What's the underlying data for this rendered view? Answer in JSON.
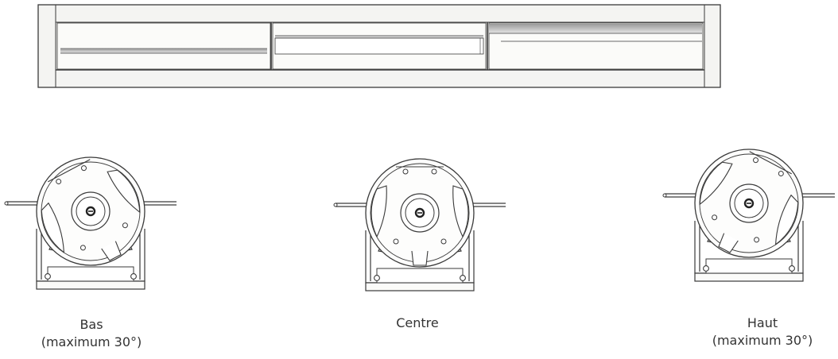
{
  "views": [
    {
      "label_line1": "Bas",
      "label_line2": "(maximum 30°)"
    },
    {
      "label_line1": "Centre",
      "label_line2": ""
    },
    {
      "label_line1": "Haut",
      "label_line2": "(maximum 30°)"
    }
  ],
  "colors": {
    "line": "#3a3a3a",
    "frame": "#f4f4f2",
    "panel": "#fbfbf9",
    "shadow": "#b8b8b8",
    "background": "#ffffff"
  }
}
